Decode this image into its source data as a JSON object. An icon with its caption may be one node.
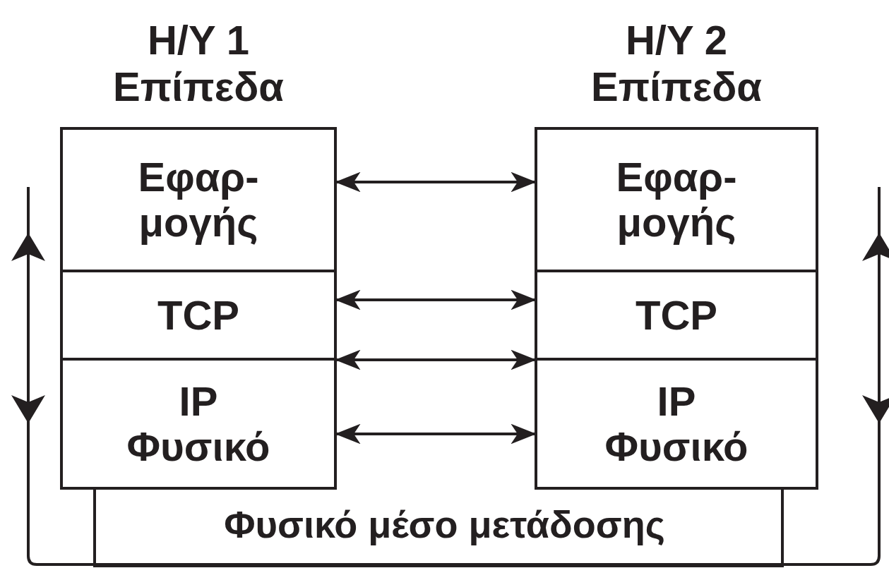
{
  "diagram": {
    "nodes": [
      {
        "text": [
          "H/Y 1 Επίπεδα"
        ]
      },
      {
        "text": [
          "Εφαρ- μογής"
        ],
        "in": 0
      },
      {
        "text": [
          "TCP"
        ],
        "in": 0
      },
      {
        "text": [
          "IP Φυσικό"
        ],
        "in": 0
      },
      {
        "text": [
          "H/Y 2 Επίπεδα"
        ]
      },
      {
        "text": [
          "Εφαρ- μογής"
        ],
        "in": 4
      },
      {
        "text": [
          "TCP"
        ],
        "in": 4
      },
      {
        "text": [
          "IP Φυσικό"
        ],
        "in": 4
      }
    ],
    "edges": [
      {
        "from": 1,
        "to": 5,
        "arrow": "both"
      },
      {
        "from": 2,
        "to": 6,
        "arrow": "both"
      },
      {
        "from": 3,
        "to": 7,
        "arrow": "both"
      },
      {
        "from": 3,
        "to": 7,
        "arrow": "both"
      },
      {
        "from": 3,
        "to": 7,
        "arrow": "none"
      }
    ],
    "labels": [
      "Φυσικό μέσο μετάδοσης"
    ]
  }
}
